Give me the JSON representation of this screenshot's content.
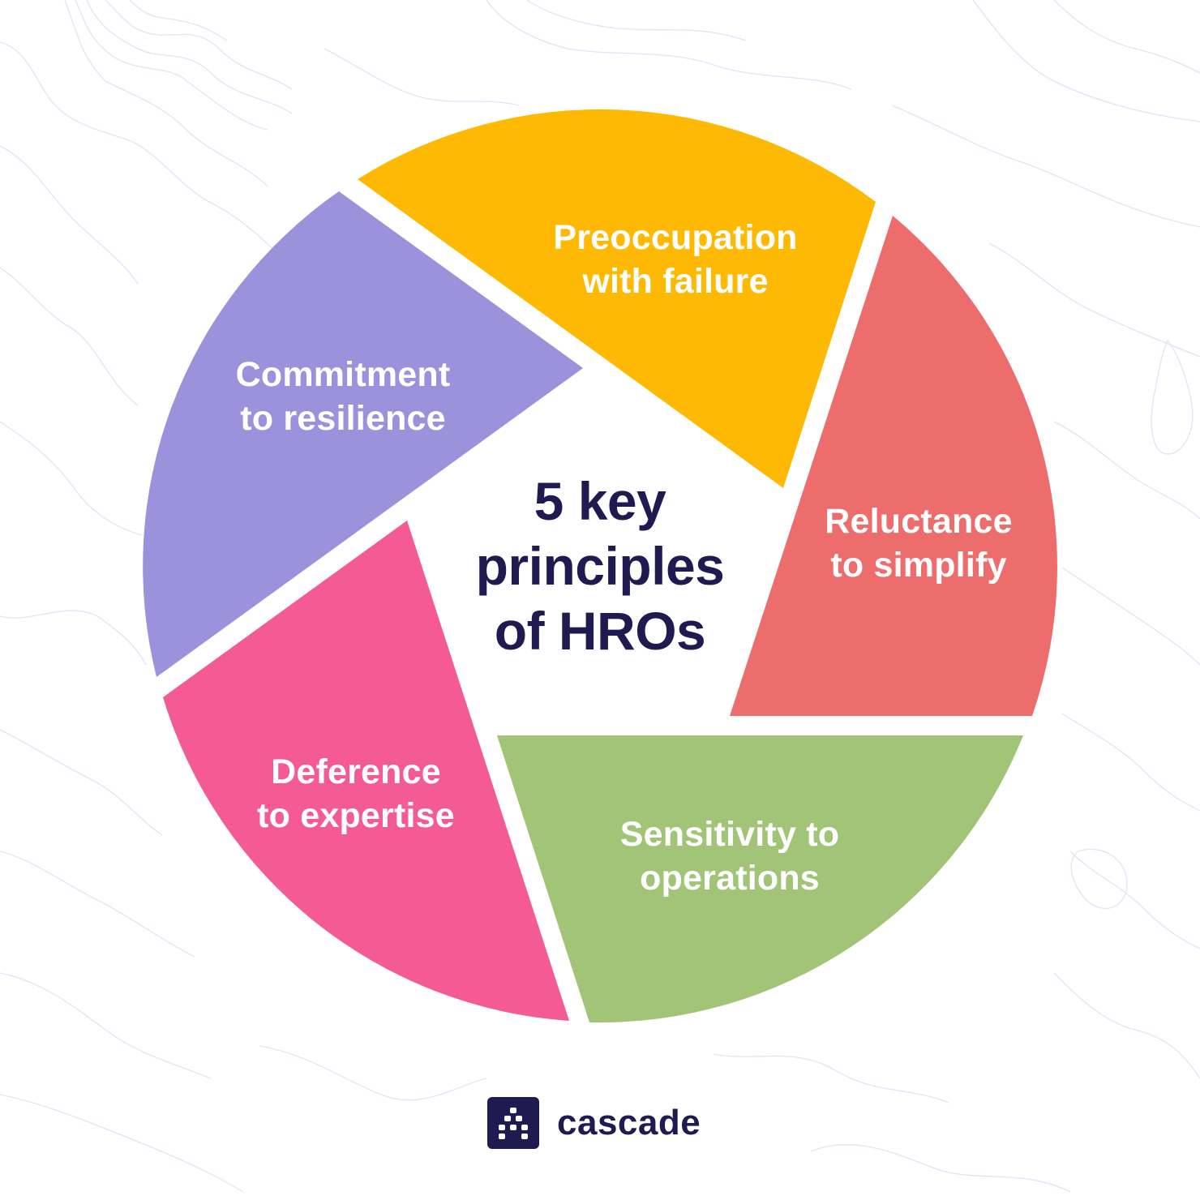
{
  "title": {
    "lines": [
      "5 key",
      "principles",
      "of HROs"
    ],
    "color": "#1f1a4f"
  },
  "segments": [
    {
      "id": "preoccupation",
      "lines": [
        "Preoccupation",
        "with failure"
      ],
      "color": "#fdb903"
    },
    {
      "id": "reluctance",
      "lines": [
        "Reluctance",
        "to simplify"
      ],
      "color": "#ed6c6c"
    },
    {
      "id": "sensitivity",
      "lines": [
        "Sensitivity to",
        "operations"
      ],
      "color": "#a2c477"
    },
    {
      "id": "deference",
      "lines": [
        "Deference",
        "to expertise"
      ],
      "color": "#f45b92"
    },
    {
      "id": "commitment",
      "lines": [
        "Commitment",
        "to resilience"
      ],
      "color": "#9c92dc"
    }
  ],
  "logo": {
    "icon": "cascade-dots-icon",
    "text": "cascade",
    "color": "#1f1a4f"
  },
  "background": {
    "pattern": "topographic-contour-lines",
    "line_color": "#e3e1f6"
  }
}
